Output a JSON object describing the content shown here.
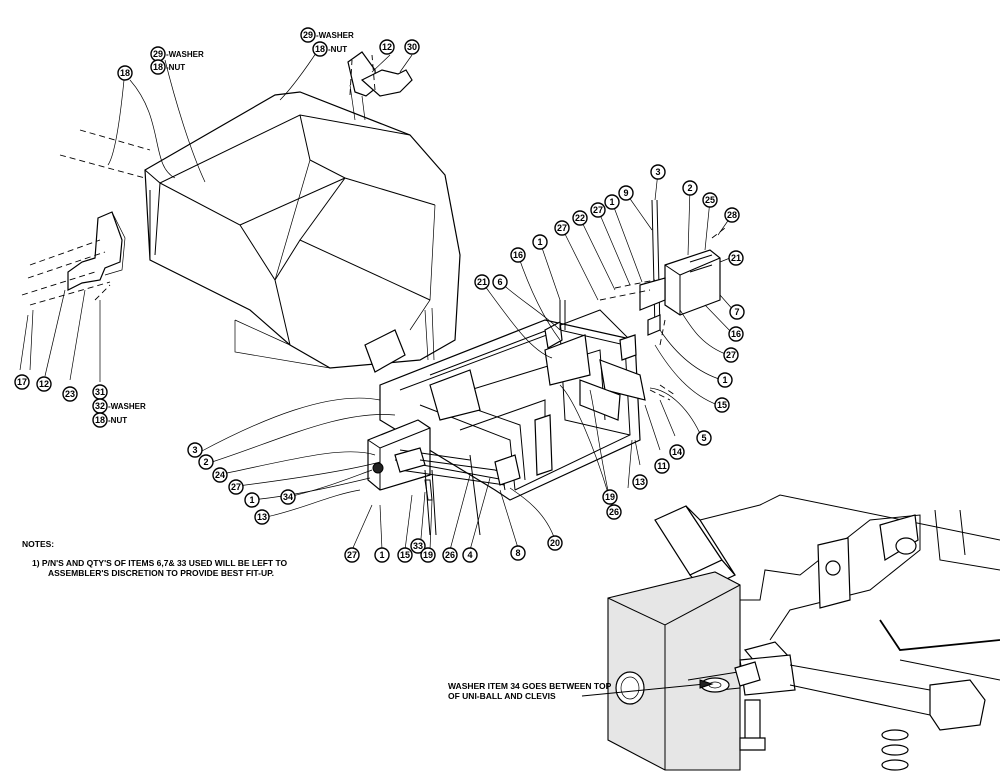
{
  "callouts": {
    "washer_29_top": {
      "num": "29",
      "text": "-WASHER"
    },
    "nut_18_top": {
      "num": "18",
      "text": "-NUT"
    },
    "washer_29_left": {
      "num": "29",
      "text": "-WASHER"
    },
    "nut_18_left": {
      "num": "18",
      "text": "-NUT"
    },
    "bolt_31": {
      "num": "31",
      "text": ""
    },
    "washer_32": {
      "num": "32",
      "text": "-WASHER"
    },
    "nut_18_bottom": {
      "num": "18",
      "text": "-NUT"
    }
  },
  "item_numbers": [
    "18",
    "12",
    "30",
    "17",
    "12",
    "23",
    "3",
    "2",
    "24",
    "27",
    "1",
    "34",
    "13",
    "27",
    "1",
    "15",
    "33",
    "19",
    "26",
    "4",
    "8",
    "20",
    "21",
    "6",
    "16",
    "1",
    "27",
    "22",
    "27",
    "1",
    "9",
    "3",
    "2",
    "25",
    "28",
    "21",
    "7",
    "16",
    "27",
    "1",
    "15",
    "5",
    "14",
    "11",
    "13",
    "26",
    "19"
  ],
  "notes": {
    "heading": "NOTES:",
    "line1": "1) P/N'S AND QTY'S OF ITEMS 6,7& 33 USED WILL BE LEFT TO",
    "line2": "ASSEMBLER'S DISCRETION TO PROVIDE BEST FIT-UP."
  },
  "detail_note": {
    "line1": "WASHER ITEM 34 GOES BETWEEN TOP",
    "line2": "OF UNI-BALL AND CLEVIS"
  }
}
